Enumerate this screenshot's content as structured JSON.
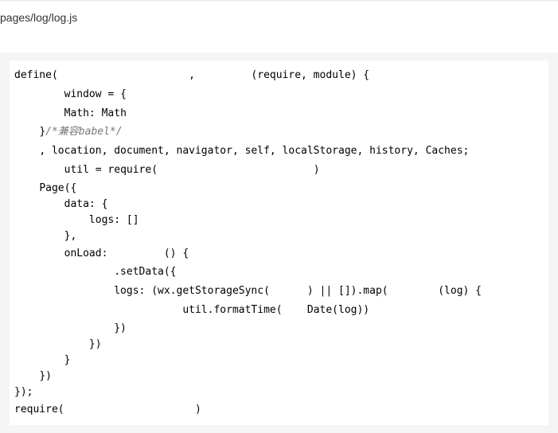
{
  "file_path": "pages/log/log.js",
  "code_lines": [
    {
      "indent": "",
      "text": "define(                     ,         (require, module) {"
    },
    {
      "indent": "        ",
      "text": "window = {"
    },
    {
      "indent": "        ",
      "text": "Math: Math"
    },
    {
      "indent": "    ",
      "text": "}",
      "comment": "/*兼容babel*/"
    },
    {
      "indent": "    ",
      "text": ", location, document, navigator, self, localStorage, history, Caches;"
    },
    {
      "indent": "        ",
      "text": "util = require(                         )"
    },
    {
      "indent": "    ",
      "text": "Page({"
    },
    {
      "indent": "        ",
      "text": "data: {"
    },
    {
      "indent": "            ",
      "text": "logs: []"
    },
    {
      "indent": "        ",
      "text": "},"
    },
    {
      "indent": "        ",
      "text": "onLoad:         () {"
    },
    {
      "indent": "                ",
      "text": ".setData({"
    },
    {
      "indent": "                ",
      "text": "logs: (wx.getStorageSync(      ) || []).map(        (log) {"
    },
    {
      "indent": "                           ",
      "text": "util.formatTime(    Date(log))"
    },
    {
      "indent": "                ",
      "text": "})"
    },
    {
      "indent": "            ",
      "text": "})"
    },
    {
      "indent": "        ",
      "text": "}"
    },
    {
      "indent": "    ",
      "text": "})"
    },
    {
      "indent": "",
      "text": "});"
    },
    {
      "indent": "",
      "text": "require(                     )"
    }
  ]
}
